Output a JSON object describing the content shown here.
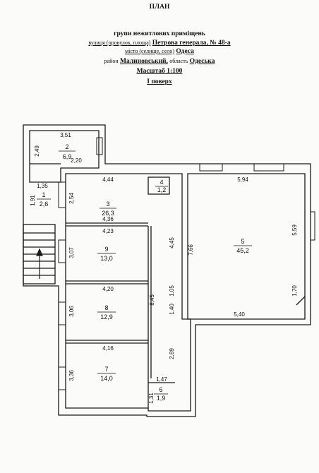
{
  "header": {
    "title": "ПЛАН",
    "subtitle": "групи нежитлових приміщень",
    "street_prefix": "вулиця (провулок, площа)",
    "street_value": "Петрова генерала, № 48-а",
    "city_prefix": "місто (селище, село)",
    "city_value": "Одеса",
    "district_prefix": "район",
    "district_value": "Малиновський,",
    "region_prefix": "область",
    "region_value": "Одеська",
    "scale": "Масштаб 1:100",
    "floor": "I поверх"
  },
  "rooms": [
    {
      "number": "1",
      "area": "2,6"
    },
    {
      "number": "2",
      "area": "6,9"
    },
    {
      "number": "3",
      "area": "26,3"
    },
    {
      "number": "4",
      "area": "1,2"
    },
    {
      "number": "5",
      "area": "45,2"
    },
    {
      "number": "6",
      "area": "1,9"
    },
    {
      "number": "7",
      "area": "14,0"
    },
    {
      "number": "8",
      "area": "12,9"
    },
    {
      "number": "9",
      "area": "13,0"
    }
  ],
  "dimensions": {
    "r2_top": "3,51",
    "r2_left": "2,49",
    "r2_bottom": "2,20",
    "r1_top": "1,35",
    "r1_left": "1,91",
    "r3_top": "4,44",
    "r3_left": "2,54",
    "r3_bottom": "4,36",
    "r9_top": "4,23",
    "r9_left": "3,07",
    "r8_top": "4,20",
    "r8_left": "3,06",
    "r7_top": "4,16",
    "r7_left": "3,36",
    "corr_right_upper": "4,45",
    "corr_mid": "8,45",
    "corr_105": "1,05",
    "corr_140": "1,40",
    "r6_right": "2,89",
    "r6_top": "1,47",
    "r6_left": "1,31",
    "r5_top": "5,94",
    "r5_right": "5,59",
    "r5_left": "7,66",
    "r5_bottom": "5,40",
    "r5_170": "1,70"
  }
}
